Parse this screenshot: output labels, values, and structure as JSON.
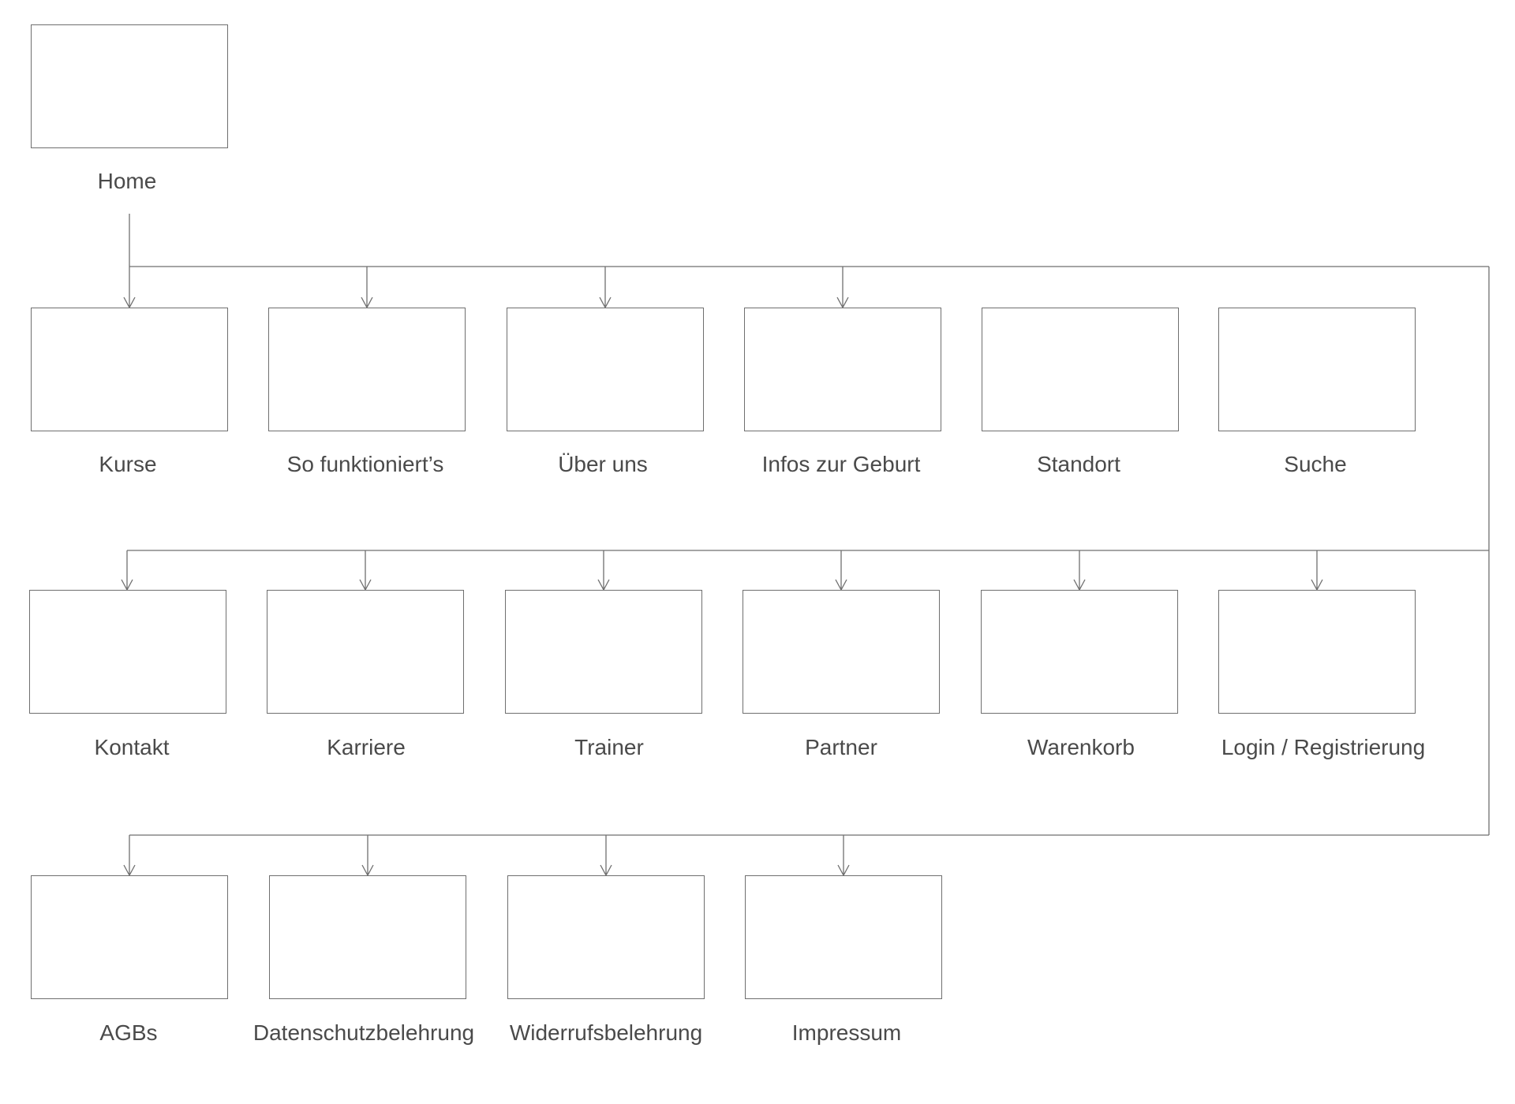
{
  "sitemap": {
    "root": {
      "label": "Home"
    },
    "pages": [
      {
        "label": "Kurse"
      },
      {
        "label": "So funktioniert’s"
      },
      {
        "label": "Über uns"
      },
      {
        "label": "Infos zur Geburt"
      },
      {
        "label": "Standort"
      },
      {
        "label": "Suche"
      },
      {
        "label": "Kontakt"
      },
      {
        "label": "Karriere"
      },
      {
        "label": "Trainer"
      },
      {
        "label": "Partner"
      },
      {
        "label": "Warenkorb"
      },
      {
        "label": "Login / Registrierung"
      },
      {
        "label": "AGBs"
      },
      {
        "label": "Datenschutzbelehrung"
      },
      {
        "label": "Widerrufsbelehrung"
      },
      {
        "label": "Impressum"
      }
    ]
  },
  "colors": {
    "line": "#6f6f6f",
    "text": "#4a4a4a",
    "background": "#ffffff"
  }
}
